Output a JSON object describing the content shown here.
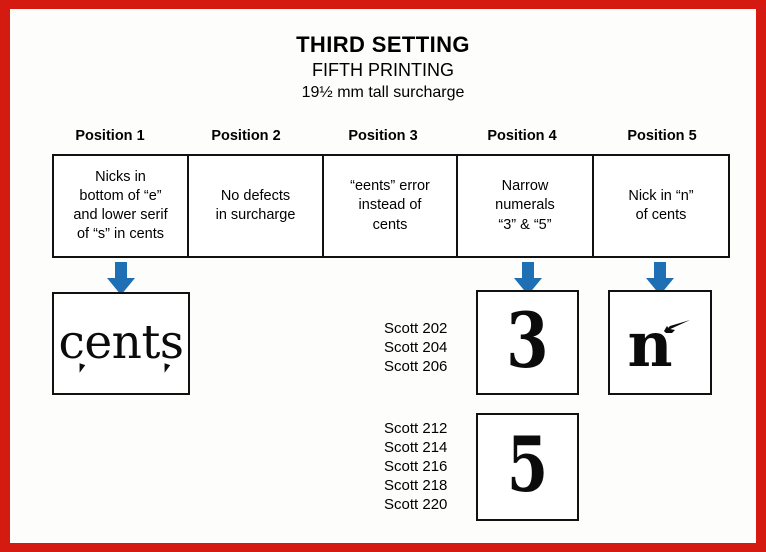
{
  "document": {
    "border_color": "#d41a11",
    "paper_color": "#fdfdfb"
  },
  "title": {
    "main": "THIRD SETTING",
    "sub": "FIFTH PRINTING",
    "detail": "19½ mm tall surcharge"
  },
  "columns": [
    {
      "header": "Position 1",
      "description": "Nicks in\nbottom of “e”\nand lower serif\nof “s” in cents",
      "has_arrow": true
    },
    {
      "header": "Position 2",
      "description": "No defects\nin surcharge",
      "has_arrow": false
    },
    {
      "header": "Position 3",
      "description": "“eents” error\ninstead of\ncents",
      "has_arrow": false
    },
    {
      "header": "Position 4",
      "description": "Narrow\nnumerals\n“3” & “5”",
      "has_arrow": true
    },
    {
      "header": "Position 5",
      "description": "Nick in “n”\nof cents",
      "has_arrow": true
    }
  ],
  "arrow": {
    "color": "#1f6fb5",
    "icon": "arrow-down-icon"
  },
  "specimens": {
    "cents": {
      "glyph": "cents",
      "caption": ""
    },
    "three": {
      "glyph": "3"
    },
    "five": {
      "glyph": "5"
    },
    "n": {
      "glyph": "n"
    }
  },
  "scott_lists": {
    "top": "Scott 202\nScott 204\nScott 206",
    "bottom": "Scott 212\nScott 214\nScott 216\nScott 218\nScott 220"
  }
}
